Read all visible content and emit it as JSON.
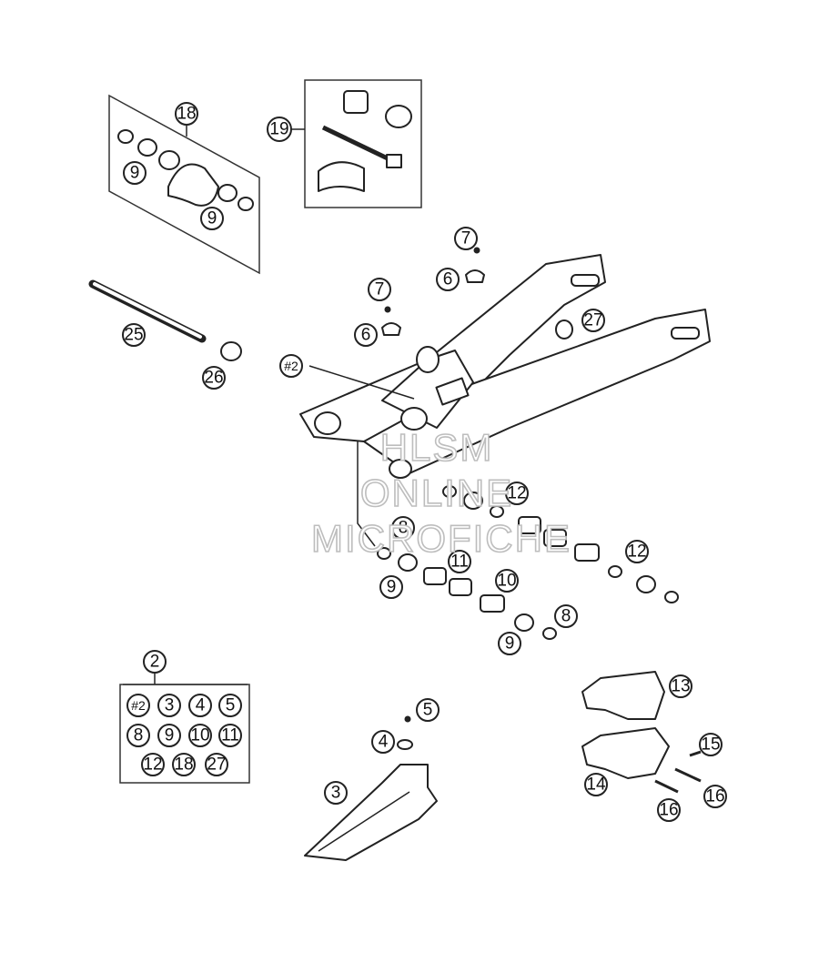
{
  "watermark": {
    "line1": "HLSM",
    "line2": "ONLINE",
    "line3": "MICROFICHE"
  },
  "callouts": {
    "c18": "18",
    "c19": "19",
    "c9a": "9",
    "c9b": "9",
    "c25": "25",
    "c26": "26",
    "c7a": "7",
    "c6a": "6",
    "c7b": "7",
    "c6b": "6",
    "c27": "27",
    "c2ref": "#2",
    "c12a": "12",
    "c8a": "8",
    "c11": "11",
    "c9c": "9",
    "c12b": "12",
    "c10": "10",
    "c8b": "8",
    "c9d": "9",
    "c2": "2",
    "c5": "5",
    "c4": "4",
    "c3": "3",
    "c13": "13",
    "c15": "15",
    "c14": "14",
    "c16a": "16",
    "c16b": "16"
  },
  "kit_box": {
    "items": [
      "#2",
      "3",
      "4",
      "5",
      "8",
      "9",
      "10",
      "11",
      "12",
      "18",
      "27"
    ]
  }
}
